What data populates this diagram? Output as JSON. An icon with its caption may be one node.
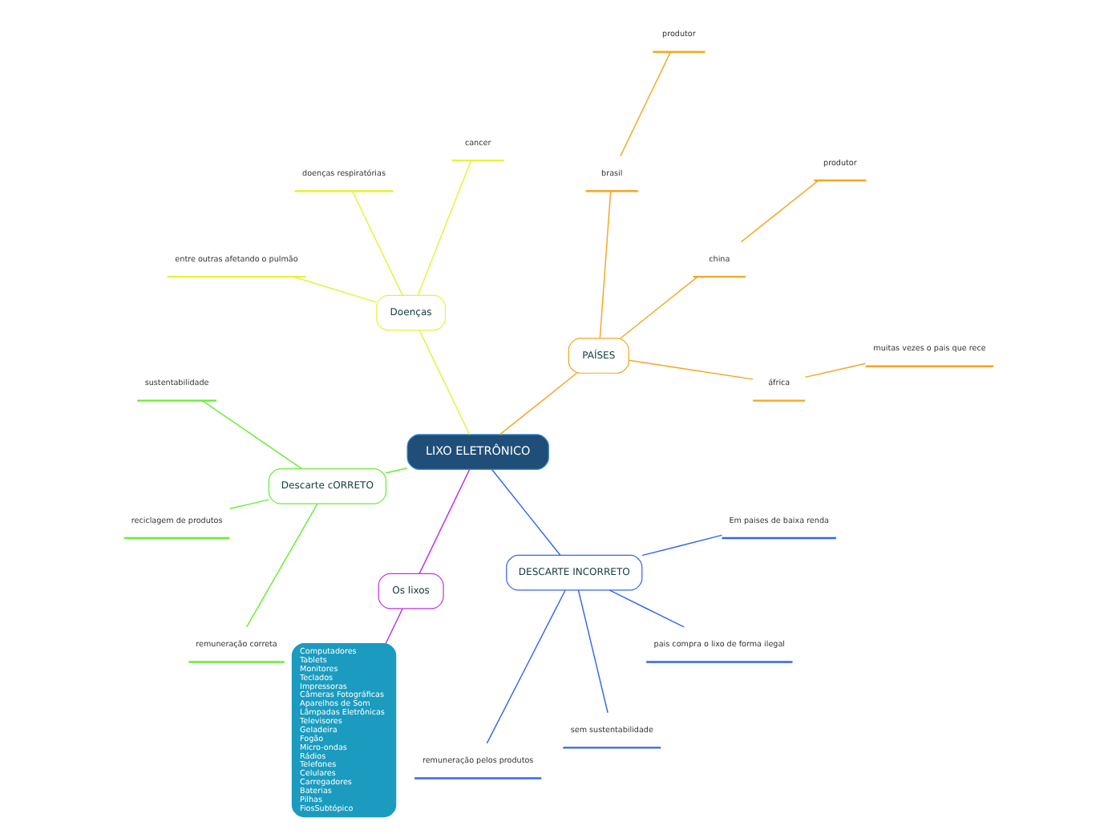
{
  "diagram": {
    "nodes": [
      {
        "text": [
          "LIXO ELETRÔNICO"
        ]
      },
      {
        "text": [
          "PAÍSES"
        ]
      },
      {
        "text": [
          "áfrica"
        ]
      },
      {
        "text": [
          "muitas vezes o pais que rece"
        ]
      },
      {
        "text": [
          "china"
        ]
      },
      {
        "text": [
          "produtor"
        ]
      },
      {
        "text": [
          "brasil"
        ]
      },
      {
        "text": [
          "produtor"
        ]
      },
      {
        "text": [
          "Doenças"
        ]
      },
      {
        "text": [
          "cancer"
        ]
      },
      {
        "text": [
          "doenças respiratórias"
        ]
      },
      {
        "text": [
          "entre outras afetando o pulmão"
        ]
      },
      {
        "text": [
          "Descarte cORRETO"
        ]
      },
      {
        "text": [
          "sustentabilidade"
        ]
      },
      {
        "text": [
          "reciclagem de produtos"
        ]
      },
      {
        "text": [
          "remuneração correta"
        ]
      },
      {
        "text": [
          "Os lixos"
        ]
      },
      {
        "text": [
          "Computadores",
          "Tablets",
          "Monitores",
          "Teclados",
          "Impressoras",
          "Câmeras Fotográficas",
          "Aparelhos de Som",
          "Lâmpadas Eletrônicas",
          "Televisores",
          "Geladeira",
          "Fogão",
          "Micro-ondas",
          "Rádios",
          "Telefones",
          "Celulares",
          "Carregadores",
          "Baterias",
          "Pilhas",
          "FiosSubtópico"
        ]
      },
      {
        "text": [
          "DESCARTE INCORRETO"
        ]
      },
      {
        "text": [
          "remuneração pelos produtos"
        ]
      },
      {
        "text": [
          "sem sustentabilidade"
        ]
      },
      {
        "text": [
          "pais compra o lixo de forma ilegal"
        ]
      },
      {
        "text": [
          "Em paises de baixa renda"
        ]
      }
    ],
    "edges": [
      {
        "from": 0,
        "to": 1,
        "arrow": "none",
        "color": "#f5a623"
      },
      {
        "from": 1,
        "to": 2,
        "arrow": "none",
        "color": "#f5a623"
      },
      {
        "from": 2,
        "to": 3,
        "arrow": "none",
        "color": "#f5a623"
      },
      {
        "from": 1,
        "to": 4,
        "arrow": "none",
        "color": "#f5a623"
      },
      {
        "from": 4,
        "to": 5,
        "arrow": "none",
        "color": "#f5a623"
      },
      {
        "from": 1,
        "to": 6,
        "arrow": "none",
        "color": "#f5a623"
      },
      {
        "from": 6,
        "to": 7,
        "arrow": "none",
        "color": "#f5a623"
      },
      {
        "from": 0,
        "to": 8,
        "arrow": "none",
        "color": "#e6f23c"
      },
      {
        "from": 8,
        "to": 9,
        "arrow": "none",
        "color": "#e6f23c"
      },
      {
        "from": 8,
        "to": 10,
        "arrow": "none",
        "color": "#e6f23c"
      },
      {
        "from": 8,
        "to": 11,
        "arrow": "none",
        "color": "#e6f23c"
      },
      {
        "from": 0,
        "to": 12,
        "arrow": "none",
        "color": "#66ee33"
      },
      {
        "from": 12,
        "to": 13,
        "arrow": "none",
        "color": "#66ee33"
      },
      {
        "from": 12,
        "to": 14,
        "arrow": "none",
        "color": "#66ee33"
      },
      {
        "from": 12,
        "to": 15,
        "arrow": "none",
        "color": "#66ee33"
      },
      {
        "from": 0,
        "to": 16,
        "arrow": "none",
        "color": "#bb33ee"
      },
      {
        "from": 16,
        "to": 17,
        "arrow": "none",
        "color": "#bb33ee"
      },
      {
        "from": 0,
        "to": 18,
        "arrow": "none",
        "color": "#3366ee"
      },
      {
        "from": 18,
        "to": 19,
        "arrow": "none",
        "color": "#3366ee"
      },
      {
        "from": 18,
        "to": 20,
        "arrow": "none",
        "color": "#3366ee"
      },
      {
        "from": 18,
        "to": 21,
        "arrow": "none",
        "color": "#3366ee"
      },
      {
        "from": 18,
        "to": 22,
        "arrow": "none",
        "color": "#3366ee"
      }
    ]
  }
}
